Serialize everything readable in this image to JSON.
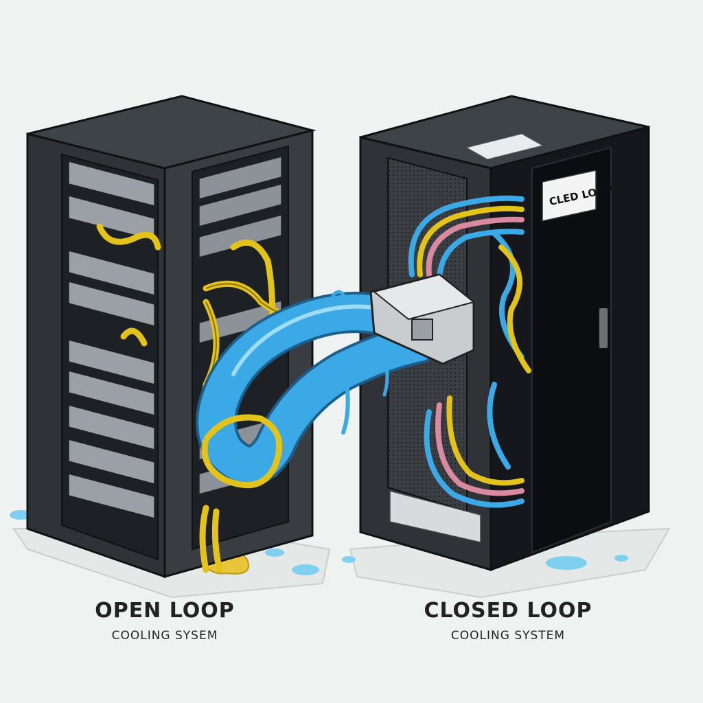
{
  "captions": {
    "open_title": "OPEN LOOP",
    "open_subtitle": "COOLING SYSEM",
    "closed_title": "CLOSED LOOP",
    "closed_subtitle": "COOLING SYSTEM"
  },
  "door_label": "CLED LOOP",
  "colors": {
    "background": "#eef2f1",
    "rack_body": "#2f3338",
    "rack_top": "#3e4348",
    "door": "#15171c",
    "coolant_blue": "#3aa9e6",
    "cable_yellow": "#e3c21a",
    "cable_pink": "#d98aa0",
    "spill_blue": "#7fd0ef",
    "spill_yellow": "#e8c53a"
  },
  "icons": [
    "open-rack-icon",
    "closed-rack-icon",
    "coolant-hose-icon",
    "water-drop-icon"
  ]
}
